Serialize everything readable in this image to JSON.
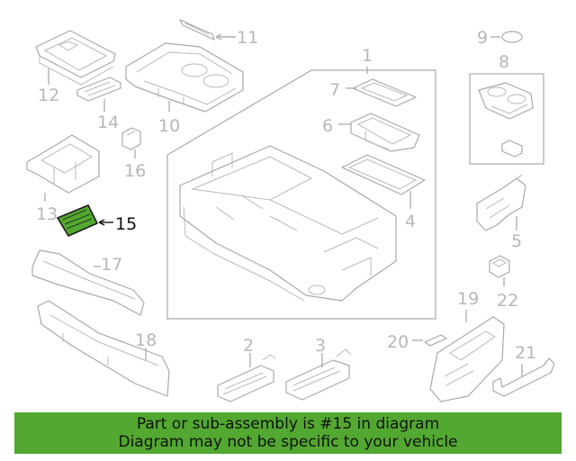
{
  "colors": {
    "banner_bg": "#52a830",
    "highlight_part": "#52a830",
    "line_gray": "#a9a9a9",
    "label_gray": "#b7b7b7",
    "label_highlight": "#111111"
  },
  "callouts": {
    "c1": "1",
    "c2": "2",
    "c3": "3",
    "c4": "4",
    "c5": "5",
    "c6": "6",
    "c7": "7",
    "c8": "8",
    "c9": "9",
    "c10": "10",
    "c11": "11",
    "c12": "12",
    "c13": "13",
    "c14": "14",
    "c15": "15",
    "c16": "16",
    "c17": "17",
    "c18": "18",
    "c19": "19",
    "c20": "20",
    "c21": "21",
    "c22": "22"
  },
  "highlighted_part": "15",
  "banner": {
    "line1": "Part or sub-assembly is #15 in diagram",
    "line2": "Diagram may not be specific to your vehicle"
  }
}
